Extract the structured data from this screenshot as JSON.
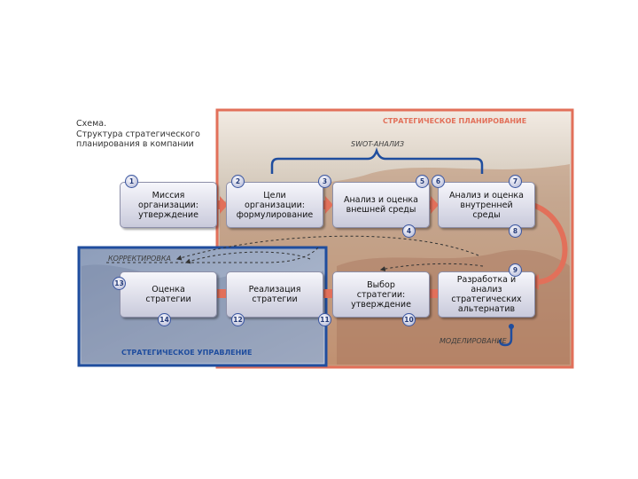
{
  "caption": {
    "line1": "Схема.",
    "line2": "Структура стратегического",
    "line3": "планирования в компании"
  },
  "regions": {
    "planning_title": "СТРАТЕГИЧЕСКОЕ ПЛАНИРОВАНИЕ",
    "management_title": "СТРАТЕГИЧЕСКОЕ УПРАВЛЕНИЕ",
    "planning_color": "#e2705a",
    "management_color": "#1f4d9e"
  },
  "labels": {
    "swot": "SWOT-АНАЛИЗ",
    "correction": "КОРРЕКТИРОВКА",
    "modeling": "МОДЕЛИРОВАНИЕ"
  },
  "steps": [
    {
      "text": "Миссия организации: утверждение"
    },
    {
      "text": "Цели организации: формулирование"
    },
    {
      "text": "Анализ и оценка внешней среды"
    },
    {
      "text": "Анализ и оценка внутренней среды"
    },
    {
      "text": "Разработка и анализ стратегических альтернатив"
    },
    {
      "text": "Выбор стратегии: утверждение"
    },
    {
      "text": "Реализация стратегии"
    },
    {
      "text": "Оценка стратегии"
    }
  ],
  "badges": [
    "1",
    "2",
    "3",
    "4",
    "5",
    "6",
    "7",
    "8",
    "9",
    "10",
    "11",
    "12",
    "13",
    "14"
  ]
}
